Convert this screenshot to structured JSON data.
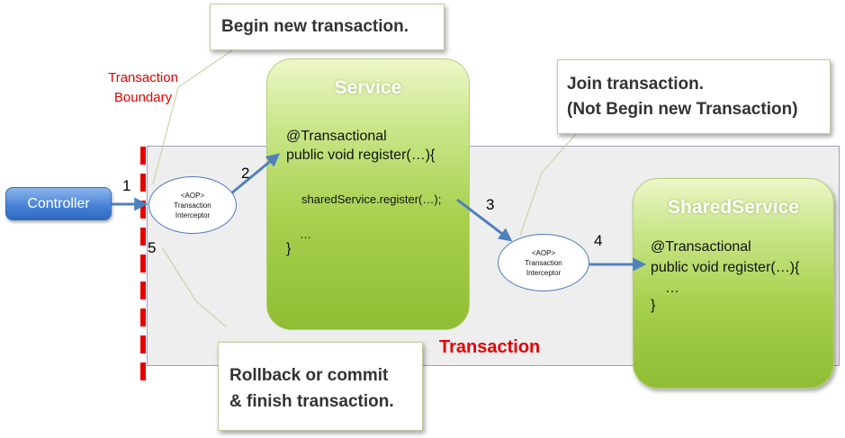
{
  "boundary": {
    "line1": "Transaction",
    "line2": "Boundary"
  },
  "transaction_label": "Transaction",
  "controller_label": "Controller",
  "interceptor": {
    "line1": "<AOP>",
    "line2": "Transaction",
    "line3": "Interceptor"
  },
  "service": {
    "title": "Service",
    "annotation": "@Transactional",
    "signature": "public void register(…){",
    "call": "sharedService.register(…);",
    "ellipsis": "…",
    "close": "}"
  },
  "shared_service": {
    "title": "SharedService",
    "annotation": "@Transactional",
    "signature": "public void register(…){",
    "ellipsis": "…",
    "close": "}"
  },
  "callouts": {
    "begin": "Begin new transaction.",
    "join_line1": "Join transaction.",
    "join_line2": "(Not Begin new Transaction)",
    "rollback_line1": "Rollback or commit",
    "rollback_line2": "& finish transaction."
  },
  "steps": [
    "1",
    "2",
    "3",
    "4",
    "5"
  ],
  "colors": {
    "boundary": "#e60000",
    "arrow": "#4f81bd",
    "controller": "#4a84d8",
    "service_green": "#a7d04c",
    "transaction_area": "#eeeeee"
  }
}
